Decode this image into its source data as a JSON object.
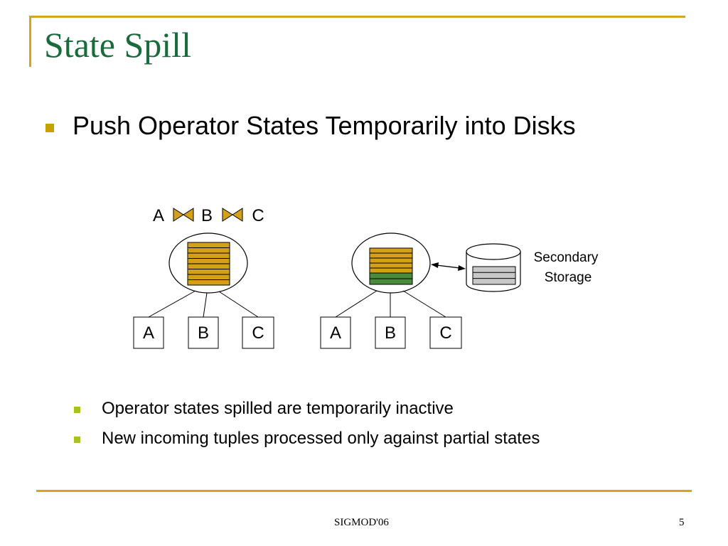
{
  "slide": {
    "title": "State Spill",
    "bullet": "Push Operator States Temporarily into Disks",
    "sub_bullets": [
      "Operator states spilled are temporarily inactive",
      "New incoming tuples processed only against partial states"
    ],
    "footer": {
      "center": "SIGMOD'06",
      "page": "5"
    }
  },
  "diagram": {
    "join_expression": [
      "A",
      "B",
      "C"
    ],
    "left_tree": {
      "inputs": [
        "A",
        "B",
        "C"
      ]
    },
    "right_tree": {
      "inputs": [
        "A",
        "B",
        "C"
      ]
    },
    "storage": {
      "line1": "Secondary",
      "line2": "Storage"
    }
  },
  "colors": {
    "title": "#1a6b3c",
    "accent_rule": "#d8a420",
    "state_block": "#d4a017",
    "spilled_block": "#4a8c3c",
    "storage_block": "#c8c8c8"
  }
}
